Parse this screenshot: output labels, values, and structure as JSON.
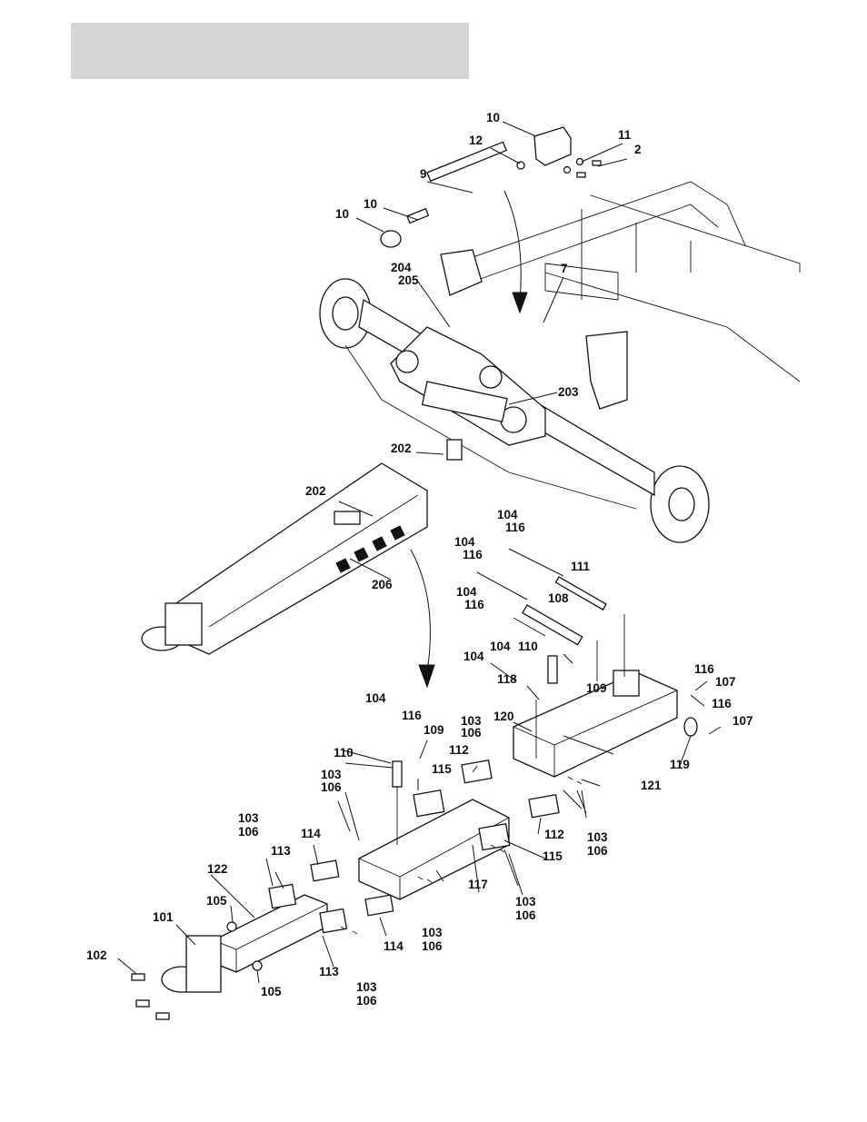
{
  "header": {
    "title": ""
  },
  "colors": {
    "ink": "#111111",
    "header_box": "#d4d4d4",
    "background": "#ffffff"
  },
  "callouts": [
    {
      "id": "c10a",
      "text": "10"
    },
    {
      "id": "c12",
      "text": "12"
    },
    {
      "id": "c11",
      "text": "11"
    },
    {
      "id": "c2",
      "text": "2"
    },
    {
      "id": "c9",
      "text": "9"
    },
    {
      "id": "c10b",
      "text": "10"
    },
    {
      "id": "c10c",
      "text": "10"
    },
    {
      "id": "c204",
      "text": "204"
    },
    {
      "id": "c205",
      "text": "205"
    },
    {
      "id": "c7",
      "text": "7"
    },
    {
      "id": "c203",
      "text": "203"
    },
    {
      "id": "c202a",
      "text": "202"
    },
    {
      "id": "c202b",
      "text": "202"
    },
    {
      "id": "c206",
      "text": "206"
    },
    {
      "id": "c104a",
      "text": "104"
    },
    {
      "id": "c116a",
      "text": "116"
    },
    {
      "id": "c104b",
      "text": "104"
    },
    {
      "id": "c116b",
      "text": "116"
    },
    {
      "id": "c111",
      "text": "111"
    },
    {
      "id": "c104c",
      "text": "104"
    },
    {
      "id": "c116c",
      "text": "116"
    },
    {
      "id": "c108",
      "text": "108"
    },
    {
      "id": "c104d",
      "text": "104"
    },
    {
      "id": "c104e",
      "text": "104"
    },
    {
      "id": "c110a",
      "text": "110"
    },
    {
      "id": "c118",
      "text": "118"
    },
    {
      "id": "c109a",
      "text": "109"
    },
    {
      "id": "c116d",
      "text": "116"
    },
    {
      "id": "c107a",
      "text": "107"
    },
    {
      "id": "c116e",
      "text": "116"
    },
    {
      "id": "c107b",
      "text": "107"
    },
    {
      "id": "c104f",
      "text": "104"
    },
    {
      "id": "c116f",
      "text": "116"
    },
    {
      "id": "c109b",
      "text": "109"
    },
    {
      "id": "c120",
      "text": "120"
    },
    {
      "id": "c103a",
      "text": "103"
    },
    {
      "id": "c106a",
      "text": "106"
    },
    {
      "id": "c110b",
      "text": "110"
    },
    {
      "id": "c112a",
      "text": "112"
    },
    {
      "id": "c115a",
      "text": "115"
    },
    {
      "id": "c119",
      "text": "119"
    },
    {
      "id": "c121",
      "text": "121"
    },
    {
      "id": "c103b",
      "text": "103"
    },
    {
      "id": "c106b",
      "text": "106"
    },
    {
      "id": "c112b",
      "text": "112"
    },
    {
      "id": "c103c",
      "text": "103"
    },
    {
      "id": "c106c",
      "text": "106"
    },
    {
      "id": "c115b",
      "text": "115"
    },
    {
      "id": "c103d",
      "text": "103"
    },
    {
      "id": "c106d",
      "text": "106"
    },
    {
      "id": "c113a",
      "text": "113"
    },
    {
      "id": "c114a",
      "text": "114"
    },
    {
      "id": "c122",
      "text": "122"
    },
    {
      "id": "c117",
      "text": "117"
    },
    {
      "id": "c103e",
      "text": "103"
    },
    {
      "id": "c106e",
      "text": "106"
    },
    {
      "id": "c105a",
      "text": "105"
    },
    {
      "id": "c101",
      "text": "101"
    },
    {
      "id": "c114b",
      "text": "114"
    },
    {
      "id": "c103f",
      "text": "103"
    },
    {
      "id": "c106f",
      "text": "106"
    },
    {
      "id": "c102",
      "text": "102"
    },
    {
      "id": "c113b",
      "text": "113"
    },
    {
      "id": "c103g",
      "text": "103"
    },
    {
      "id": "c106g",
      "text": "106"
    },
    {
      "id": "c105b",
      "text": "105"
    }
  ]
}
